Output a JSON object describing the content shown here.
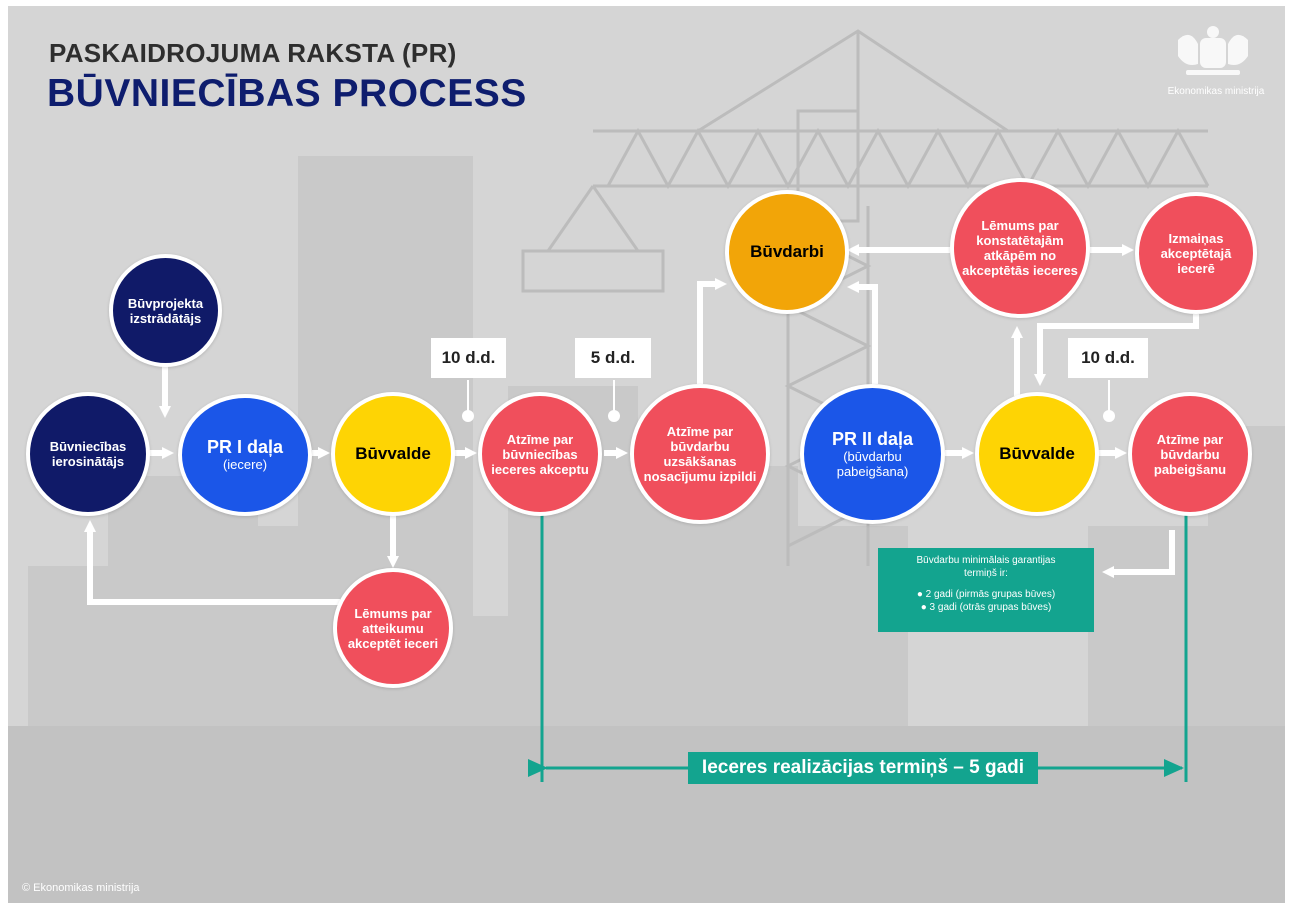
{
  "header": {
    "subtitle": "PASKAIDROJUMA RAKSTA (PR)",
    "title": "BŪVNIECĪBAS PROCESS",
    "ministry": "Ekonomikas ministrija"
  },
  "footer": {
    "copyright": "© Ekonomikas ministrija"
  },
  "nodes": {
    "buvprojekta": "Būvprojekta izstrādātājs",
    "ierosinatajs": "Būvniecības ierosinātājs",
    "pr1_title": "PR I daļa",
    "pr1_sub": "(iecere)",
    "buvvalde1": "Būvvalde",
    "atteikums": "Lēmums par atteikumu akceptēt ieceri",
    "akcepts": "Atzīme par būvniecības ieceres akceptu",
    "nosacijumi": "Atzīme par būvdarbu uzsākšanas nosacījumu izpildi",
    "buvdarbi": "Būvdarbi",
    "lemums_atkapes": "Lēmums par konstatētajām atkāpēm no akceptētās ieceres",
    "izmainas": "Izmaiņas akceptētajā iecerē",
    "pr2_title": "PR II daļa",
    "pr2_sub": "(būvdarbu pabeigšana)",
    "buvvalde2": "Būvvalde",
    "pabeigsana": "Atzīme par būvdarbu pabeigšanu"
  },
  "deadlines": {
    "first": "10 d.d.",
    "second": "5 d.d.",
    "third": "10 d.d."
  },
  "guarantee": {
    "intro": "Būvdarbu minimālais garantijas termiņš ir:",
    "items": [
      "2 gadi (pirmās grupas būves)",
      "3 gadi (otrās grupas būves)"
    ]
  },
  "term": "Ieceres realizācijas termiņš – 5 gadi",
  "colors": {
    "navy": "#101a68",
    "blue": "#1b56e8",
    "yellow": "#fed404",
    "orange": "#f2a508",
    "red": "#f04f5c",
    "teal": "#13a48f",
    "background": "#d5d5d5"
  }
}
